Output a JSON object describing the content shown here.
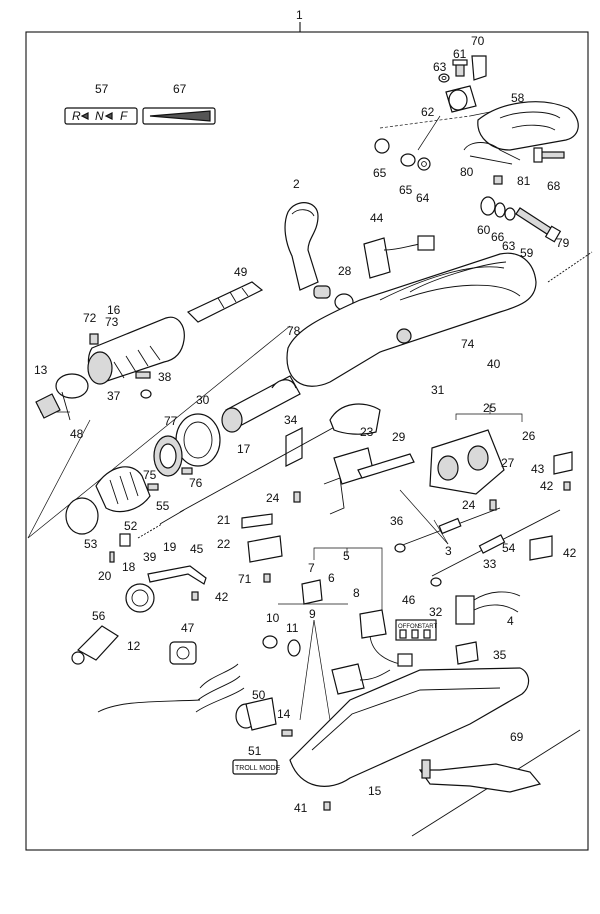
{
  "diagram": {
    "labels": [
      {
        "key": "l1",
        "text": "1"
      },
      {
        "key": "l2",
        "text": "2"
      },
      {
        "key": "l3",
        "text": "3"
      },
      {
        "key": "l4",
        "text": "4"
      },
      {
        "key": "l5",
        "text": "5"
      },
      {
        "key": "l6",
        "text": "6"
      },
      {
        "key": "l7",
        "text": "7"
      },
      {
        "key": "l8",
        "text": "8"
      },
      {
        "key": "l9",
        "text": "9"
      },
      {
        "key": "l10",
        "text": "10"
      },
      {
        "key": "l11",
        "text": "11"
      },
      {
        "key": "l12",
        "text": "12"
      },
      {
        "key": "l13",
        "text": "13"
      },
      {
        "key": "l14",
        "text": "14"
      },
      {
        "key": "l15",
        "text": "15"
      },
      {
        "key": "l16",
        "text": "16"
      },
      {
        "key": "l17",
        "text": "17"
      },
      {
        "key": "l18",
        "text": "18"
      },
      {
        "key": "l19",
        "text": "19"
      },
      {
        "key": "l20",
        "text": "20"
      },
      {
        "key": "l21",
        "text": "21"
      },
      {
        "key": "l22",
        "text": "22"
      },
      {
        "key": "l23",
        "text": "23"
      },
      {
        "key": "l24a",
        "text": "24"
      },
      {
        "key": "l24b",
        "text": "24"
      },
      {
        "key": "l25",
        "text": "25"
      },
      {
        "key": "l26",
        "text": "26"
      },
      {
        "key": "l27",
        "text": "27"
      },
      {
        "key": "l28",
        "text": "28"
      },
      {
        "key": "l29",
        "text": "29"
      },
      {
        "key": "l30",
        "text": "30"
      },
      {
        "key": "l31",
        "text": "31"
      },
      {
        "key": "l32",
        "text": "32"
      },
      {
        "key": "l33",
        "text": "33"
      },
      {
        "key": "l34",
        "text": "34"
      },
      {
        "key": "l35",
        "text": "35"
      },
      {
        "key": "l36",
        "text": "36"
      },
      {
        "key": "l37",
        "text": "37"
      },
      {
        "key": "l38",
        "text": "38"
      },
      {
        "key": "l39",
        "text": "39"
      },
      {
        "key": "l40",
        "text": "40"
      },
      {
        "key": "l41",
        "text": "41"
      },
      {
        "key": "l42a",
        "text": "42"
      },
      {
        "key": "l42b",
        "text": "42"
      },
      {
        "key": "l42c",
        "text": "42"
      },
      {
        "key": "l43",
        "text": "43"
      },
      {
        "key": "l44",
        "text": "44"
      },
      {
        "key": "l45",
        "text": "45"
      },
      {
        "key": "l46",
        "text": "46"
      },
      {
        "key": "l47",
        "text": "47"
      },
      {
        "key": "l48",
        "text": "48"
      },
      {
        "key": "l49",
        "text": "49"
      },
      {
        "key": "l50",
        "text": "50"
      },
      {
        "key": "l51",
        "text": "51"
      },
      {
        "key": "l52",
        "text": "52"
      },
      {
        "key": "l53",
        "text": "53"
      },
      {
        "key": "l54",
        "text": "54"
      },
      {
        "key": "l55",
        "text": "55"
      },
      {
        "key": "l56",
        "text": "56"
      },
      {
        "key": "l57",
        "text": "57"
      },
      {
        "key": "l58",
        "text": "58"
      },
      {
        "key": "l59",
        "text": "59"
      },
      {
        "key": "l60",
        "text": "60"
      },
      {
        "key": "l61",
        "text": "61"
      },
      {
        "key": "l62",
        "text": "62"
      },
      {
        "key": "l63a",
        "text": "63"
      },
      {
        "key": "l63b",
        "text": "63"
      },
      {
        "key": "l64",
        "text": "64"
      },
      {
        "key": "l65a",
        "text": "65"
      },
      {
        "key": "l65b",
        "text": "65"
      },
      {
        "key": "l66",
        "text": "66"
      },
      {
        "key": "l67",
        "text": "67"
      },
      {
        "key": "l68",
        "text": "68"
      },
      {
        "key": "l69",
        "text": "69"
      },
      {
        "key": "l70",
        "text": "70"
      },
      {
        "key": "l71",
        "text": "71"
      },
      {
        "key": "l72",
        "text": "72"
      },
      {
        "key": "l73",
        "text": "73"
      },
      {
        "key": "l74",
        "text": "74"
      },
      {
        "key": "l75",
        "text": "75"
      },
      {
        "key": "l76",
        "text": "76"
      },
      {
        "key": "l77",
        "text": "77"
      },
      {
        "key": "l78",
        "text": "78"
      },
      {
        "key": "l79",
        "text": "79"
      },
      {
        "key": "l80",
        "text": "80"
      },
      {
        "key": "l81",
        "text": "81"
      }
    ],
    "decal_57": {
      "r": "R",
      "n": "N",
      "f": "F"
    },
    "switch_46": {
      "off": "OFF",
      "on": "ON",
      "start": "START"
    },
    "decal_51": "TROLL MODE"
  }
}
